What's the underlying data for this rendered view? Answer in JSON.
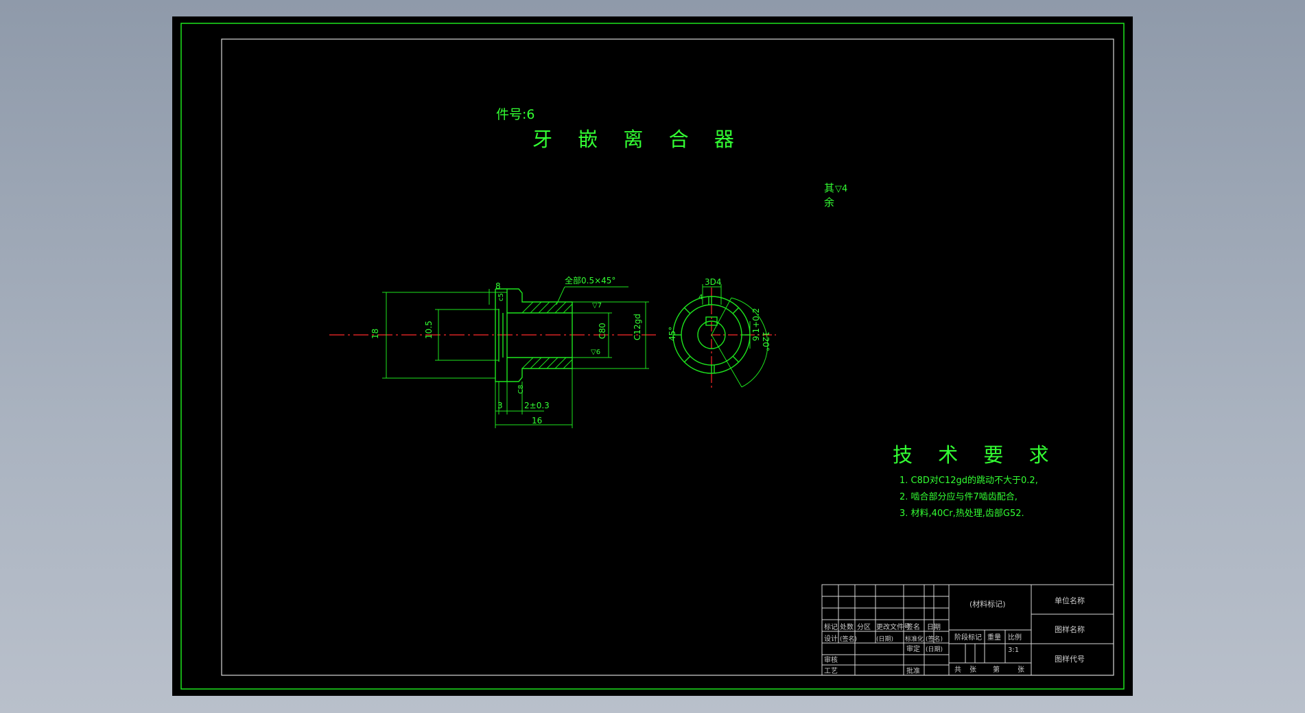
{
  "colors": {
    "background_outer": "#a3adbb",
    "sheet": "#000000",
    "line": "#1ee61e",
    "text": "#33ff33",
    "centerline": "#ff2a2a",
    "title_block_text": "#cccccc"
  },
  "drawing": {
    "part_number_label": "件号:6",
    "title": "牙 嵌 离 合 器",
    "surface_finish": {
      "line1": "其",
      "line2": "余",
      "symbol": "▽4"
    },
    "chamfer_note": "全部0.5×45°"
  },
  "dimensions": {
    "flange_width": "8",
    "flange_chamfer": "c5",
    "overall_diameter": "18",
    "relief_diameter": "10.5",
    "inner_diameter": "C80",
    "outer_spline": "C12gd",
    "angle": "45°",
    "surface_symbol_1": "▽7",
    "surface_symbol_2": "▽6",
    "left_offset": "3",
    "groove": "2±0.3",
    "overall_length": "16",
    "side_small": "C8",
    "tooth_width": "3D4",
    "tooth_angle_small": "4",
    "key_dim": "9.1+0.2",
    "spread_angle": "120°"
  },
  "requirements": {
    "heading": "技 术 要 求",
    "items": [
      "1. C8D对C12gd的跳动不大于0.2,",
      "2. 啮合部分应与件7啮齿配合,",
      "3. 材料,40Cr,热处理,齿部G52."
    ]
  },
  "title_block": {
    "material_mark": "(材料标记)",
    "unit_name": "单位名称",
    "drawing_name": "图样名称",
    "drawing_code": "图样代号",
    "stage_mark": "阶段标记",
    "weight": "重量",
    "scale_label": "比例",
    "scale_value": "3:1",
    "total": "共",
    "sheets": "张",
    "number": "第",
    "page": "张",
    "row_mark": "标记",
    "row_count": "处数",
    "row_zone": "分区",
    "row_change_doc": "更改文件号",
    "row_sign": "签名",
    "row_date": "日期",
    "design": "设计",
    "signature": "(签名)",
    "date": "(日期)",
    "standardize": "标准化",
    "signature2": "(签名)",
    "date2": "(日期)",
    "review": "审核",
    "process": "工艺",
    "approve": "批准",
    "audit": "审定"
  }
}
